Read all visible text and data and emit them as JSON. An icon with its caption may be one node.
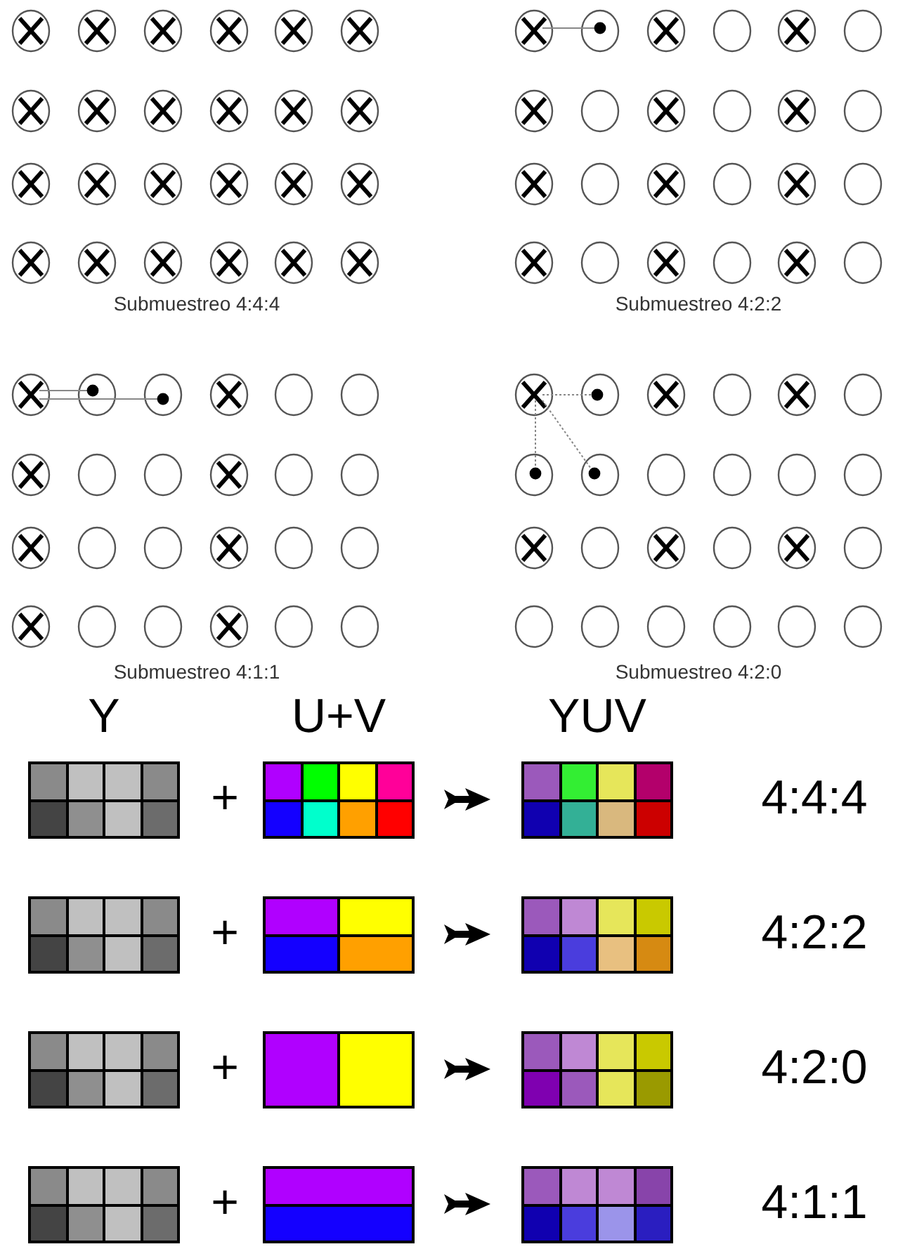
{
  "diagram": {
    "nodes": [
      {
        "text": [],
        "shape": "box"
      },
      {
        "text": [],
        "shape": "box"
      },
      {
        "text": [],
        "shape": "box"
      },
      {
        "text": [],
        "shape": "box"
      },
      {
        "text": [],
        "shape": "box"
      },
      {
        "text": [],
        "shape": "box"
      },
      {
        "text": [],
        "shape": "box"
      },
      {
        "text": [],
        "shape": "box"
      },
      {
        "text": [],
        "shape": "box"
      },
      {
        "text": [],
        "shape": "box"
      },
      {
        "text": [],
        "shape": "box"
      },
      {
        "text": [],
        "shape": "box"
      }
    ],
    "edges": [
      {
        "from": 1,
        "to": 2,
        "arrow": "to"
      },
      {
        "from": 4,
        "to": 5,
        "arrow": "to"
      },
      {
        "from": 7,
        "to": 8,
        "arrow": "to"
      },
      {
        "from": 10,
        "to": 11,
        "arrow": "to"
      }
    ],
    "labels": [
      "Submuestreo 4:4:4",
      "Submuestreo 4:2:2",
      "Submuestreo 4:1:1",
      "Submuestreo 4:2:0",
      "Y",
      "U+V",
      "YUV",
      "+",
      "4:4:4",
      "+",
      "4:2:2",
      "+",
      "4:2:0",
      "+",
      "4:1:1"
    ]
  }
}
